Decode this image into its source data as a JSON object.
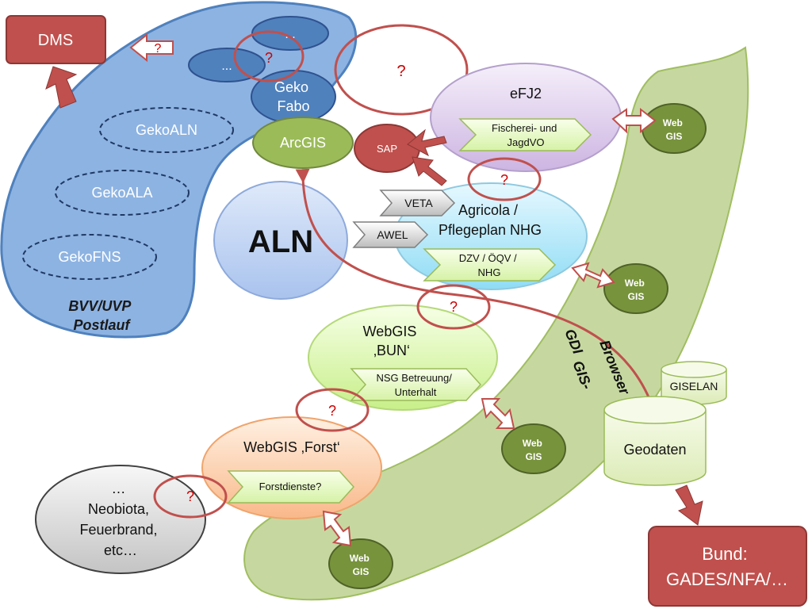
{
  "top_left": {
    "dms": "DMS",
    "q_dms": "?",
    "dots_top": "...",
    "dots_mid": "...",
    "q_geko": "?",
    "geko_fabo": [
      "Geko",
      "Fabo"
    ],
    "arcgis": "ArcGIS",
    "gekoALN": "GekoALN",
    "gekoALA": "GekoALA",
    "gekoFNS": "GekoFNS",
    "bvv": [
      "BVV/UVP",
      "Postlauf"
    ]
  },
  "center": {
    "aln": "ALN",
    "sap": "SAP",
    "q_big": "?",
    "q_sap": "?",
    "veta": "VETA",
    "awel": "AWEL",
    "agricola": [
      "Agricola /",
      "Pflegeplan NHG"
    ],
    "dzv": [
      "DZV / ÖQV /",
      "NHG"
    ],
    "efj2": "eFJ2",
    "fischerei": [
      "Fischerei- und",
      "JagdVO"
    ],
    "q_agricola": "?",
    "webgis_bun": [
      "WebGIS",
      "‚BUN‘"
    ],
    "nsg": [
      "NSG Betreuung/",
      "Unterhalt"
    ],
    "q_bun": "?",
    "webgis_forst": "WebGIS ‚Forst‘",
    "forstdienste": "Forstdienste?",
    "q_forst": "?",
    "neobiota": [
      "…",
      "Neobiota,",
      "Feuerbrand,",
      "etc…"
    ]
  },
  "right": {
    "webgis": [
      "Web",
      "GIS"
    ],
    "gdi": [
      "GDI",
      "GIS-",
      "Browser"
    ],
    "giselan": "GISELAN",
    "geodaten": "Geodaten",
    "bund": [
      "Bund:",
      "GADES/NFA/…"
    ]
  },
  "colors": {
    "blue_region": "#8db3e2",
    "green_region": "#c3d69b",
    "red_box": "#c0504d",
    "question": "#cc0000"
  }
}
